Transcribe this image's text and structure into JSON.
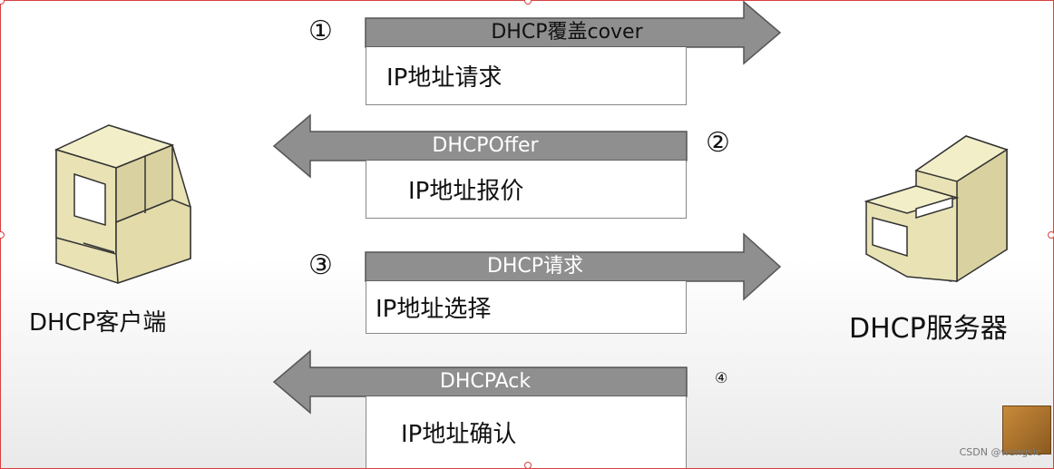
{
  "client": {
    "label": "DHCP客户端"
  },
  "server": {
    "label": "DHCP服务器"
  },
  "steps": [
    {
      "num": "①",
      "message": "DHCP覆盖cover",
      "box": "IP地址请求"
    },
    {
      "num": "②",
      "message": "DHCPOffer",
      "box": "IP地址报价"
    },
    {
      "num": "③",
      "message": "DHCP请求",
      "box": "IP地址选择"
    },
    {
      "num": "④",
      "message": "DHCPAck",
      "box": "IP地址确认"
    }
  ],
  "watermark": "CSDN @wangsic",
  "colors": {
    "arrow": "#8f8f8f",
    "arrow_stroke": "#555555",
    "box_bg": "#ffffff",
    "computer": "#e8e2b5",
    "border": "#d94040"
  }
}
